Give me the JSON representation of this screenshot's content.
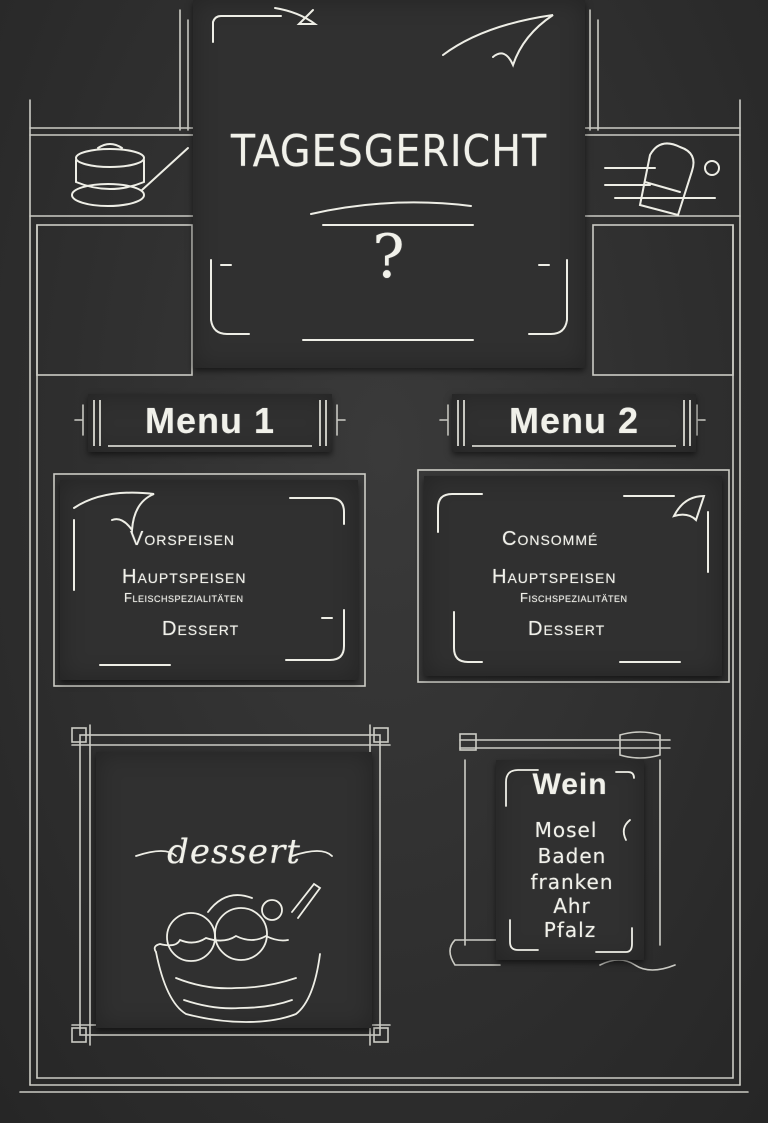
{
  "board": {
    "title": "TAGESGERICHT",
    "title_mark": "?"
  },
  "menu1": {
    "label": "Menu 1",
    "courses": [
      "Vorspeisen",
      "Hauptspeisen",
      "Fleischspezialitäten",
      "Dessert"
    ]
  },
  "menu2": {
    "label": "Menu 2",
    "courses": [
      "Consommé",
      "Hauptspeisen",
      "Fischspezialitäten",
      "Dessert"
    ]
  },
  "dessert": {
    "label": "dessert",
    "icon": "ice-cream-bowl-icon"
  },
  "wine": {
    "title": "Wein",
    "items": [
      "Mosel",
      "Baden",
      "franken",
      "Ahr",
      "Pfalz"
    ]
  },
  "icons": {
    "left": "cooking-pot-and-pan-icon",
    "right": "chef-hat-and-cutlery-icon"
  },
  "colors": {
    "board": "#2f2f2f",
    "chalk": "#f1f1ea"
  }
}
